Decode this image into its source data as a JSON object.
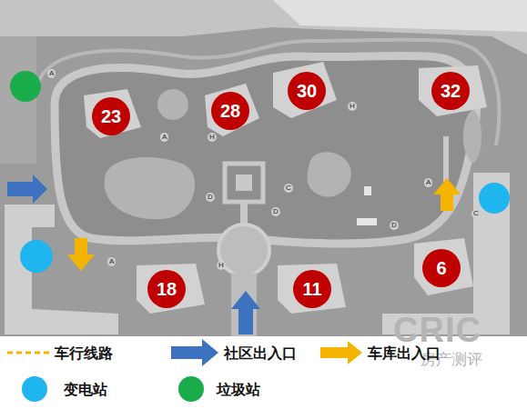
{
  "diagram": {
    "nodes": [
      {
        "text": [
          "23"
        ]
      },
      {
        "text": [
          "28"
        ]
      },
      {
        "text": [
          "30"
        ]
      },
      {
        "text": [
          "32"
        ]
      },
      {
        "text": [
          "18"
        ]
      },
      {
        "text": [
          "11"
        ]
      },
      {
        "text": [
          "6"
        ]
      }
    ],
    "edges": [],
    "labels": [
      "A",
      "A",
      "A",
      "A",
      "C",
      "C",
      "D",
      "D",
      "D",
      "H",
      "H",
      "H",
      "CRIC",
      "房产测评"
    ],
    "legend": [
      {
        "text": "车行线路"
      },
      {
        "text": "社区出入口"
      },
      {
        "text": "车库出入口"
      },
      {
        "text": "变电站",
        "color": "#1fb5ef"
      },
      {
        "text": "垃圾站",
        "color": "#1aab4b"
      }
    ]
  }
}
